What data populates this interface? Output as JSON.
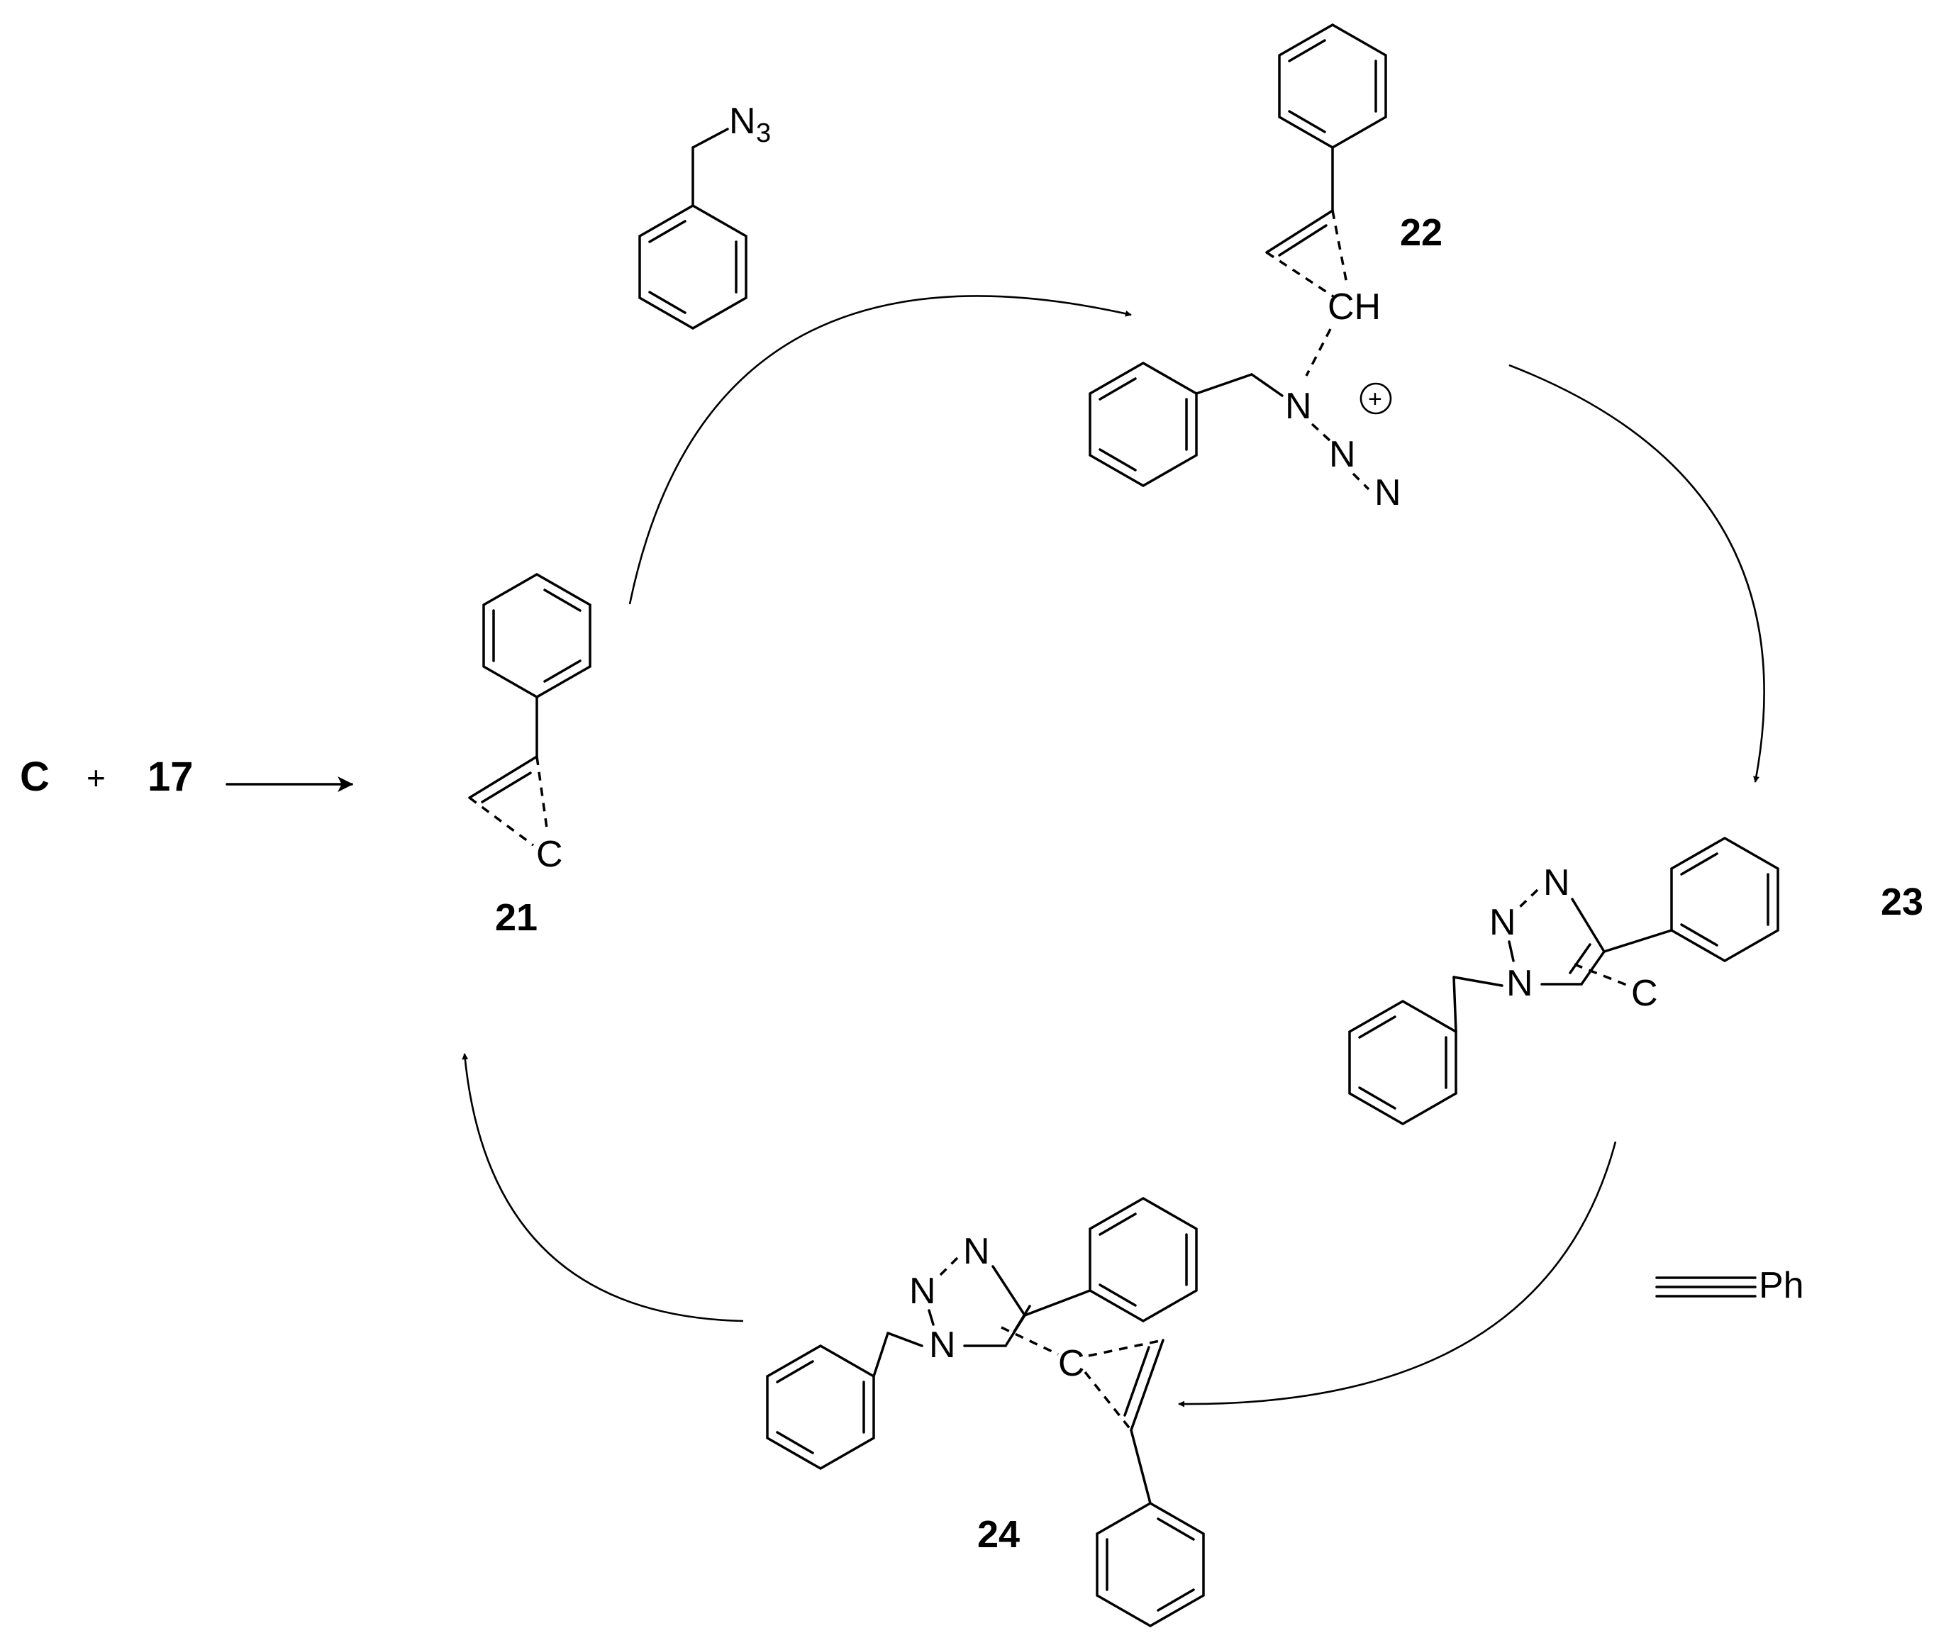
{
  "start": {
    "reactant_a": "C",
    "plus": "+",
    "reactant_b": "17"
  },
  "compounds": {
    "c21": {
      "number": "21",
      "atom_c": "C"
    },
    "c22": {
      "number": "22",
      "atom_ch": "CH",
      "atom_n1": "N",
      "atom_n2": "N",
      "atom_n3": "N",
      "charge": "+"
    },
    "c23": {
      "number": "23",
      "atom_n1": "N",
      "atom_n2": "N",
      "atom_n3": "N",
      "atom_c": "C"
    },
    "c24": {
      "number": "24",
      "atom_n1": "N",
      "atom_n2": "N",
      "atom_n3": "N",
      "atom_c": "C"
    }
  },
  "reagents": {
    "benzyl_azide": {
      "n": "N",
      "subscript": "3"
    },
    "phenylacetylene": {
      "ph": "Ph"
    }
  }
}
